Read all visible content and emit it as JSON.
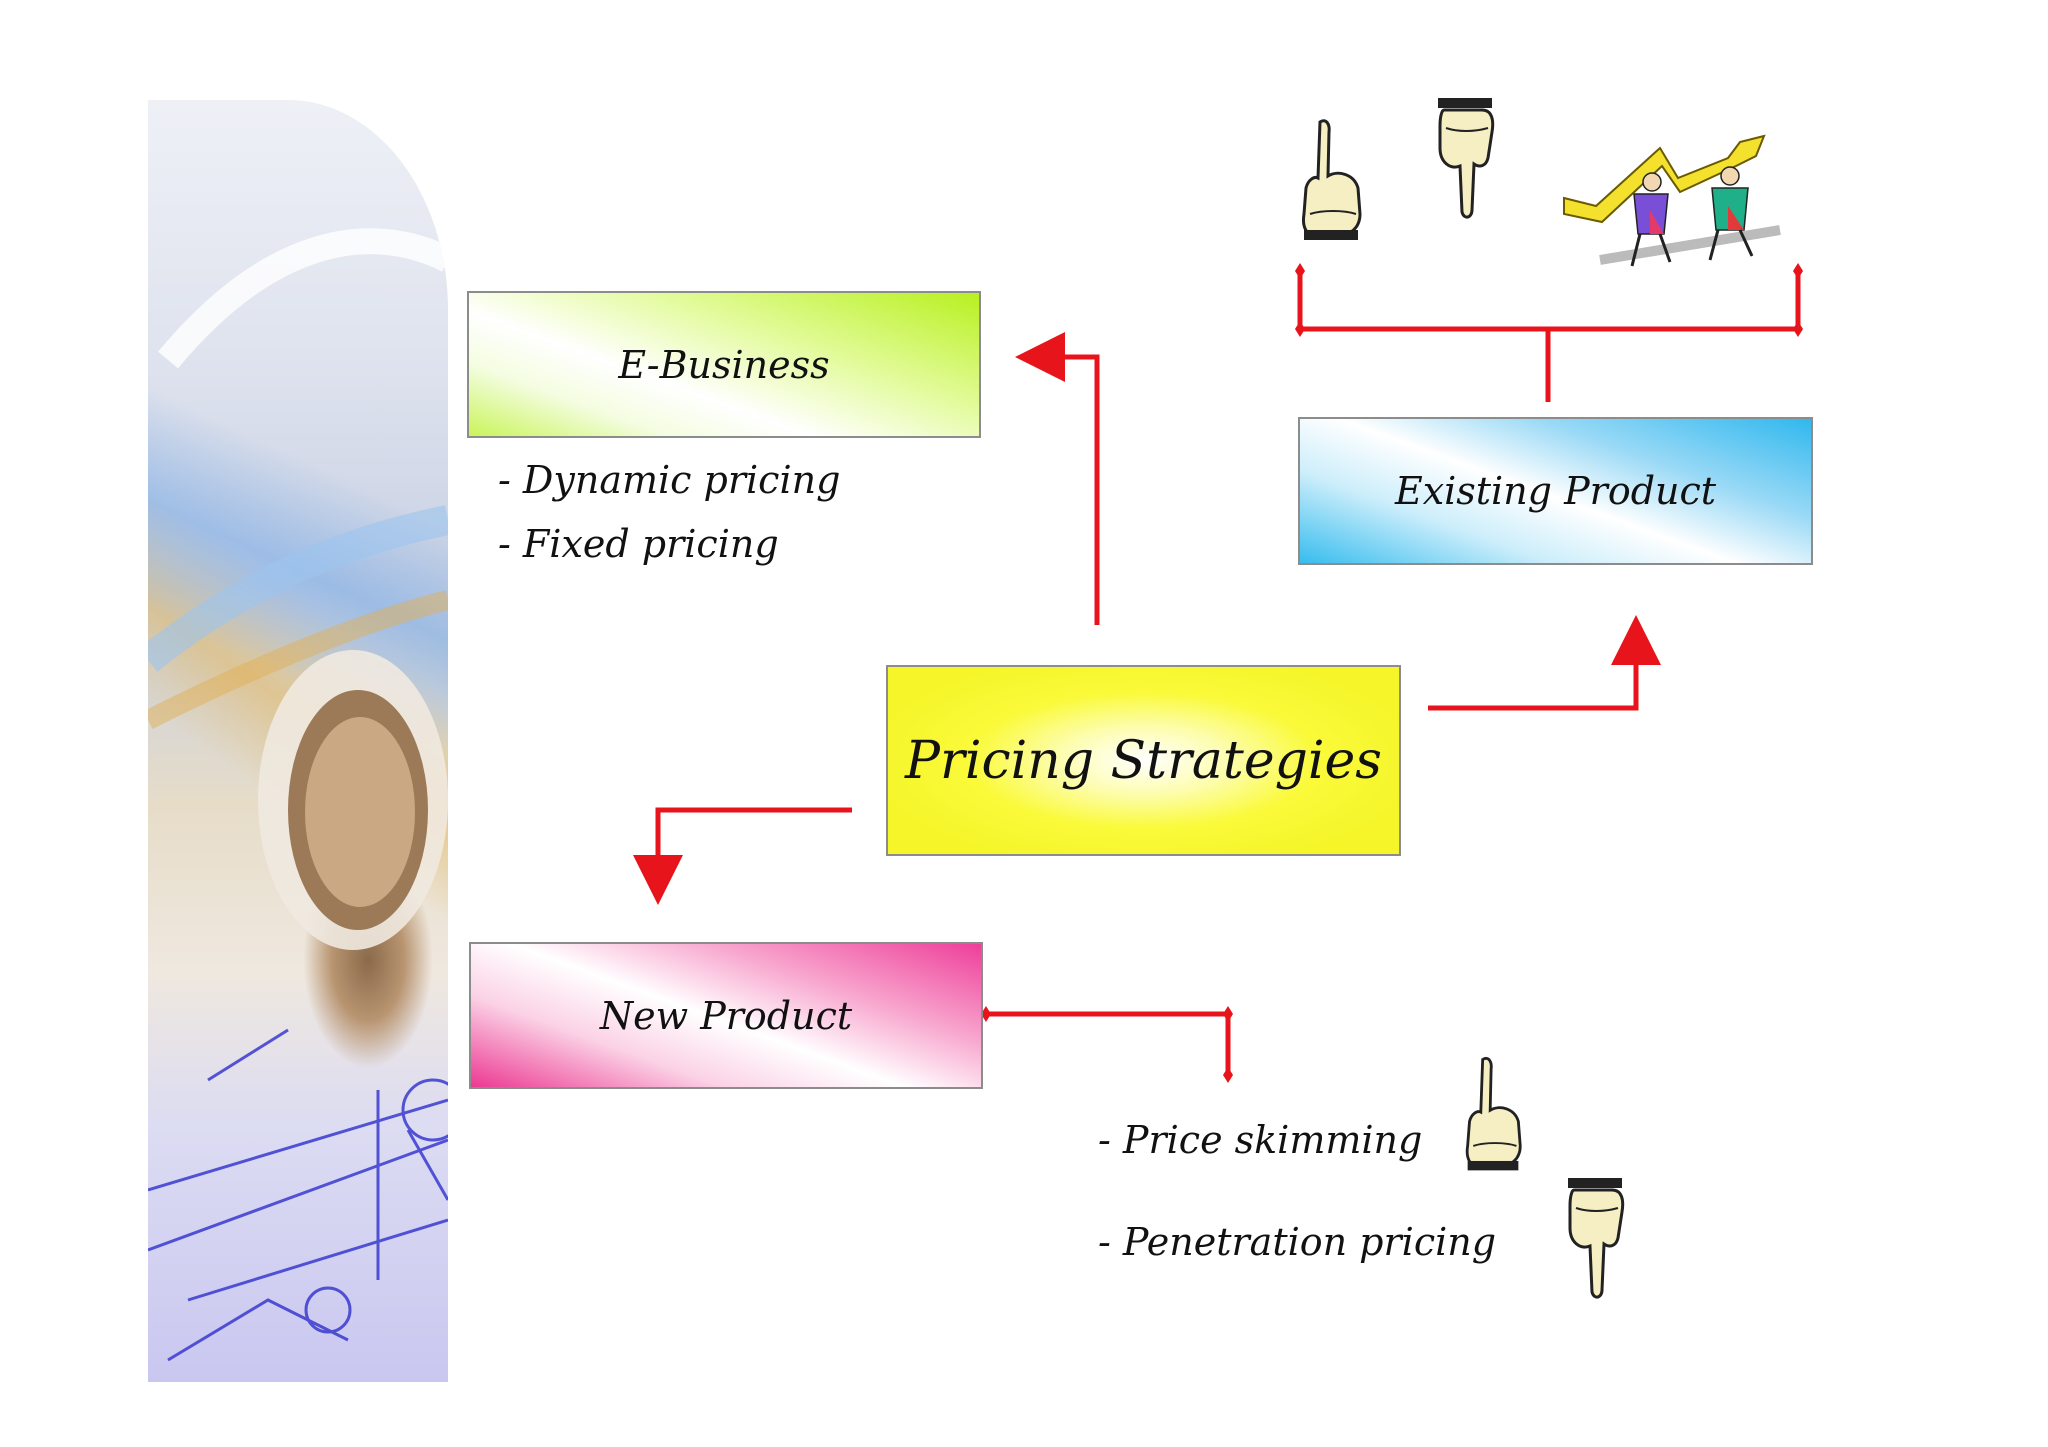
{
  "diagram": {
    "center": {
      "label": "Pricing Strategies"
    },
    "ebusiness": {
      "label": "E-Business",
      "items": [
        "- Dynamic pricing",
        "- Fixed pricing"
      ]
    },
    "existing_product": {
      "label": "Existing Product"
    },
    "new_product": {
      "label": "New Product",
      "items": [
        "- Price skimming",
        "- Penetration pricing"
      ]
    }
  },
  "icons": {
    "hand_up": "pointing-hand-up-icon",
    "hand_down": "pointing-hand-down-icon",
    "growth": "people-carrying-rising-arrow-icon"
  },
  "colors": {
    "connector": "#e8141b",
    "ebusiness": "#b8f020",
    "existing_product": "#30b8ee",
    "pricing": "#f5f52a",
    "new_product": "#ee3f9a"
  }
}
